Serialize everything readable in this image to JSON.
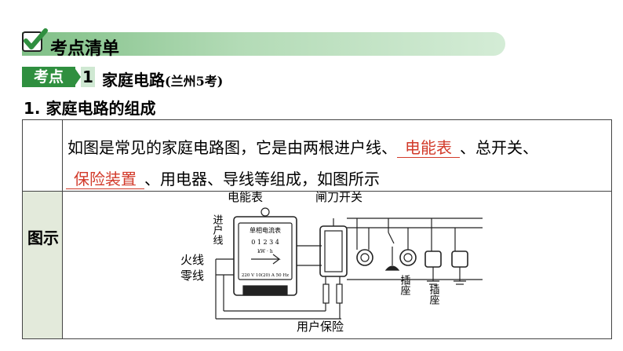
{
  "banner": {
    "title": "考点清单"
  },
  "topic": {
    "tag": "考点",
    "number": "1",
    "title": "家庭电路",
    "source": "(兰州5考)"
  },
  "subsection": {
    "title": "1. 家庭电路的组成"
  },
  "content": {
    "line1_before": "如图是常见的家庭电路图，它是由两根进户线、",
    "answer1": "电能表",
    "line1_after": "、总开关、",
    "answer2": "保险装置",
    "line2_after": "、用电器、导线等组成，如图所示",
    "row_label": "图示"
  },
  "figure": {
    "label_meter": "电能表",
    "label_switch": "闸刀开关",
    "label_incoming": "进户线",
    "label_live": "火线",
    "label_neutral": "零线",
    "label_fuse": "用户保险",
    "label_socket1": "插座",
    "label_socket2": "插座",
    "meter_title": "单相电流表",
    "meter_digits": "0 1 2 3 4",
    "meter_unit": "kW · h",
    "meter_spec": "220 V 10(20) A 50 Hz"
  },
  "colors": {
    "accent_green": "#2f8f3f",
    "answer_red": "#d23a2a",
    "label_bg": "#e3eadb"
  }
}
